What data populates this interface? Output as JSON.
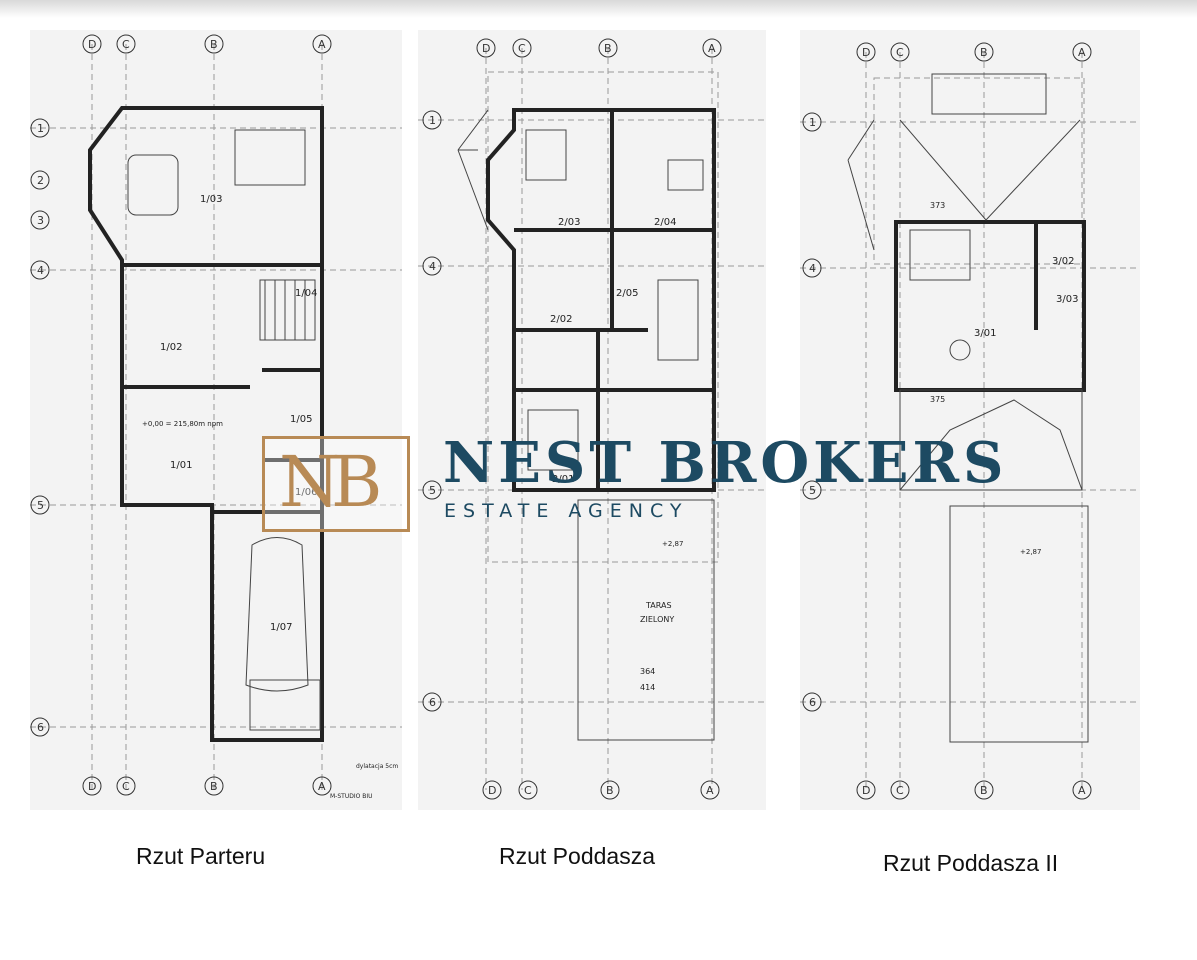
{
  "captions": {
    "ground": "Rzut Parteru",
    "attic": "Rzut Poddasza",
    "attic2": "Rzut Poddasza II"
  },
  "watermark": {
    "monogram": "NB",
    "name": "NEST BROKERS",
    "tagline": "ESTATE AGENCY",
    "gold": "#b88a55",
    "navy": "#1d4a62"
  },
  "plans": {
    "ground": {
      "axes_top": [
        "D",
        "C",
        "B",
        "A"
      ],
      "axes_bottom": [
        "D",
        "C",
        "B",
        "A"
      ],
      "axes_side": [
        "1",
        "2",
        "3",
        "4",
        "5",
        "6"
      ],
      "rooms": [
        "1/03",
        "1/04",
        "1/02",
        "1/01",
        "1/05",
        "1/06",
        "1/07"
      ],
      "notes": [
        "+0,00 = 215,80m npm",
        "dylatacja 5cm",
        "M-STUDIO BIU"
      ]
    },
    "attic": {
      "axes_top": [
        "D",
        "C",
        "B",
        "A"
      ],
      "axes_bottom": [
        "D",
        "C",
        "B",
        "A"
      ],
      "axes_side": [
        "1",
        "4",
        "5",
        "6"
      ],
      "rooms": [
        "2/03",
        "2/04",
        "2/05",
        "2/02",
        "2/01"
      ],
      "terrace": [
        "TARAS",
        "ZIELONY"
      ],
      "notes": [
        "+2,87",
        "364",
        "414"
      ]
    },
    "attic2": {
      "axes_top": [
        "D",
        "C",
        "B",
        "A"
      ],
      "axes_bottom": [
        "D",
        "C",
        "B",
        "A"
      ],
      "axes_side": [
        "1",
        "4",
        "5",
        "6"
      ],
      "rooms": [
        "3/02",
        "3/03",
        "3/01"
      ],
      "notes": [
        "373",
        "375",
        "+2,87"
      ]
    }
  }
}
